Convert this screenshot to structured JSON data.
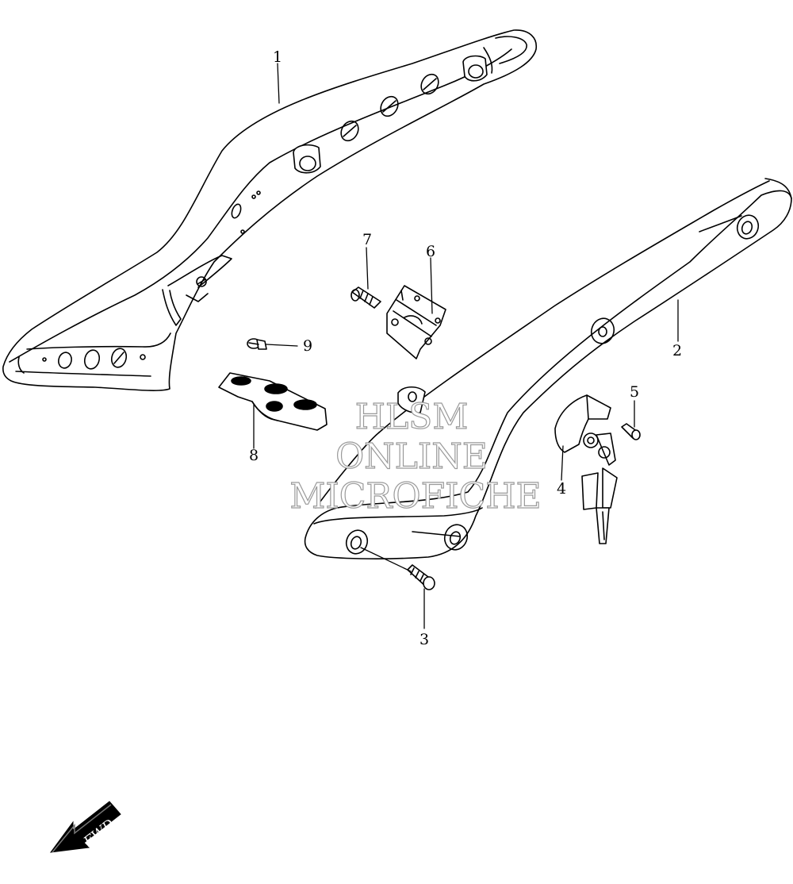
{
  "diagram": {
    "callouts": {
      "c1": "1",
      "c2": "2",
      "c3": "3",
      "c4": "4",
      "c5": "5",
      "c6": "6",
      "c7": "7",
      "c8": "8",
      "c9": "9"
    },
    "watermark": {
      "line1": "HLSM",
      "line2": "ONLINE",
      "line3": "MICROFICHE"
    },
    "direction_arrow": {
      "label": "FWD"
    }
  }
}
